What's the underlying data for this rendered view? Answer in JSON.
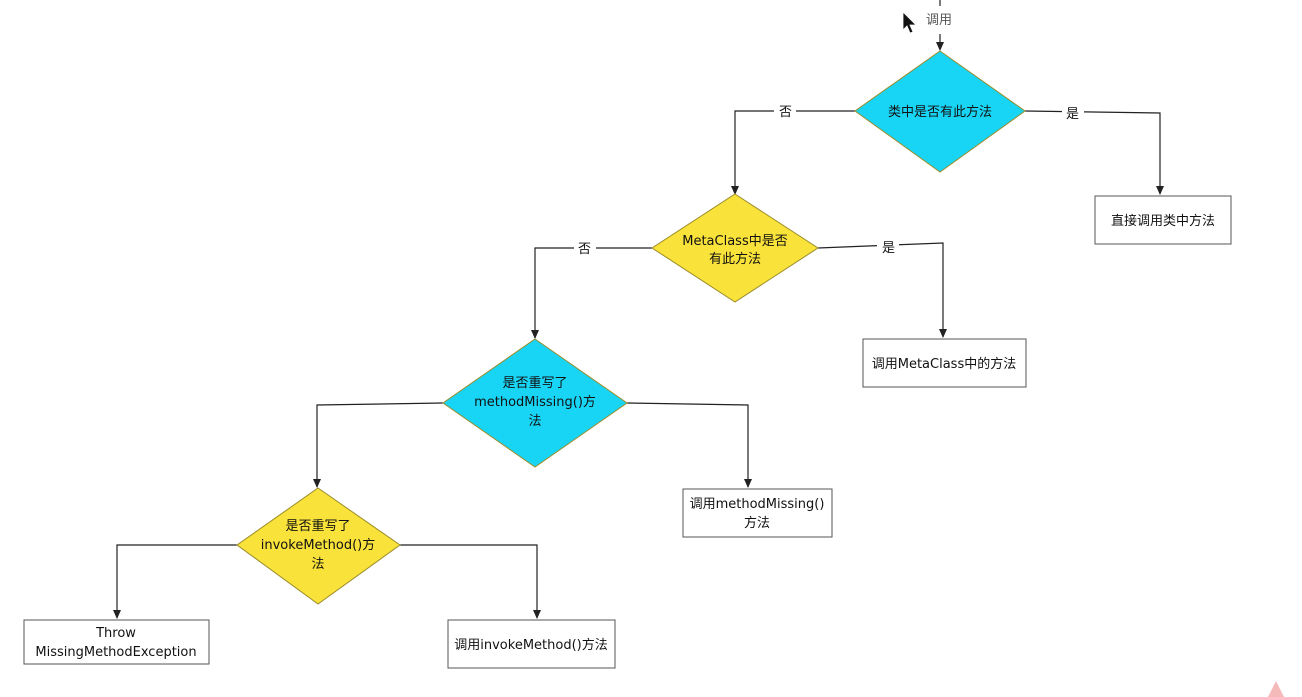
{
  "entry_label": "调用",
  "decisions": {
    "d1": {
      "line1": "类中是否有此方法",
      "line2": "",
      "line3": "",
      "color": "#19d5f5"
    },
    "d2": {
      "line1": "MetaClass中是否",
      "line2": "有此方法",
      "line3": "",
      "color": "#f9e23a"
    },
    "d3": {
      "line1": "是否重写了",
      "line2": "methodMissing()方",
      "line3": "法",
      "color": "#19d5f5"
    },
    "d4": {
      "line1": "是否重写了",
      "line2": "invokeMethod()方",
      "line3": "法",
      "color": "#f9e23a"
    }
  },
  "actions": {
    "a1": {
      "line1": "直接调用类中方法",
      "line2": ""
    },
    "a2": {
      "line1": "调用MetaClass中的方法",
      "line2": ""
    },
    "a3": {
      "line1": "调用methodMissing()",
      "line2": "方法"
    },
    "a4": {
      "line1": "Throw",
      "line2": "MissingMethodException"
    },
    "a5": {
      "line1": "调用invokeMethod()方法",
      "line2": ""
    }
  },
  "edge_labels": {
    "yes": "是",
    "no": "否"
  }
}
